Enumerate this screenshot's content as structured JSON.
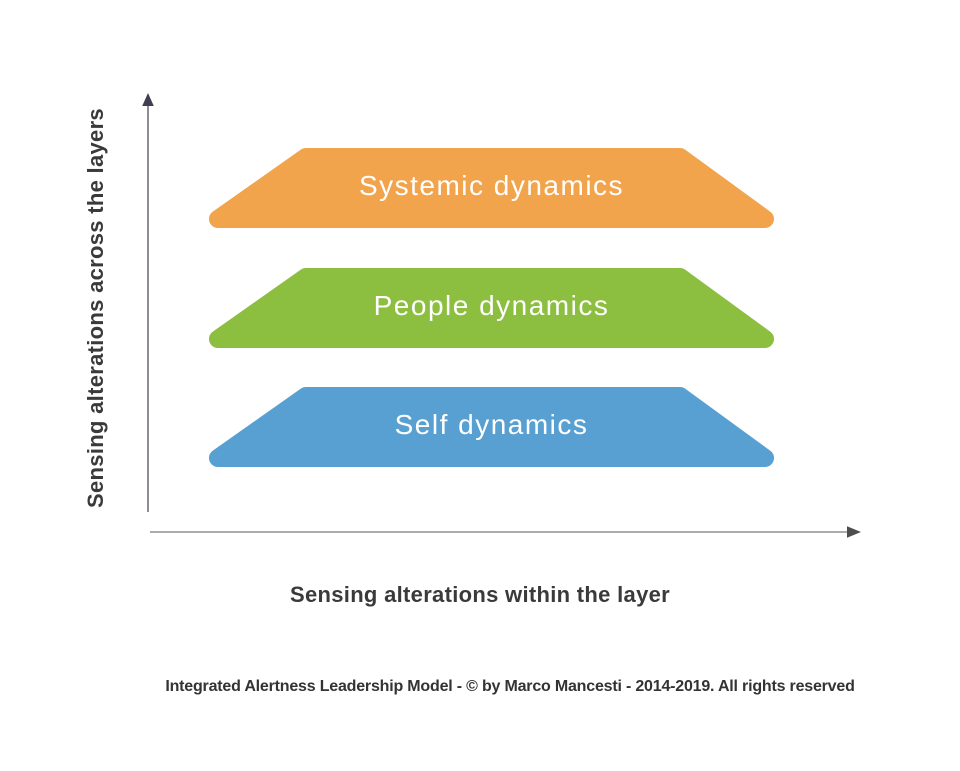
{
  "diagram": {
    "layers": [
      {
        "label": "Systemic dynamics",
        "color": "#F2A44C"
      },
      {
        "label": "People dynamics",
        "color": "#8CBE3F"
      },
      {
        "label": "Self dynamics",
        "color": "#58A0D2"
      }
    ],
    "y_axis": {
      "label": "Sensing alterations across the layers",
      "line_color": "#8F8C99",
      "arrow_color": "#423D4F"
    },
    "x_axis": {
      "label": "Sensing alterations within the layer",
      "line_color": "#ACACAC",
      "arrow_color": "#4E4E4E"
    },
    "axis_label_text_color": "#3A3A3A",
    "layer_label_text_color": "#FFFFFF"
  },
  "footer": {
    "attribution": "Integrated Alertness Leadership Model - © by Marco Mancesti - 2014-2019. All rights reserved"
  }
}
